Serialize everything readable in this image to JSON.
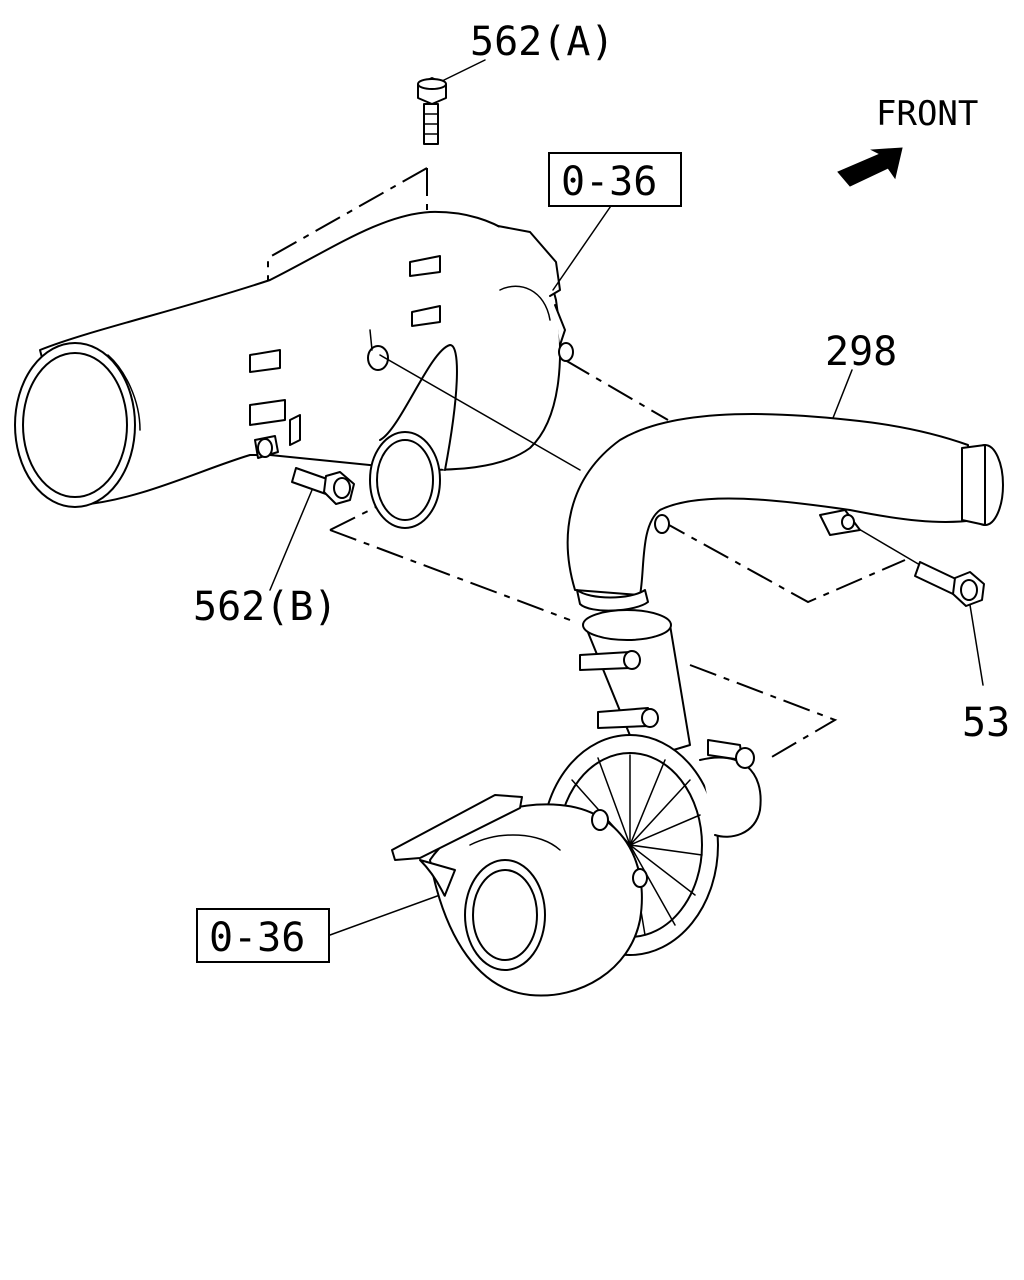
{
  "labels": {
    "bolt_a": "562(A)",
    "bolt_b": "562(B)",
    "hose_298": "298",
    "bolt_53": "53",
    "front": "FRONT",
    "ref_upper": "0-36",
    "ref_lower": "0-36"
  }
}
